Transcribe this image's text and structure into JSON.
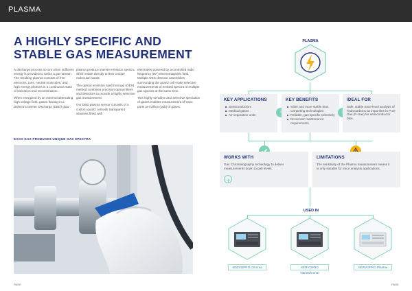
{
  "header": {
    "section": "PLASMA"
  },
  "left_page": {
    "title_line1": "A HIGHLY SPECIFIC AND",
    "title_line2": "STABLE GAS MEASUREMENT",
    "col1_p1": "A discharge process occurs when sufficient energy is provided to ionize a gas stream. The resulting plasma consists of free electrons, ions, neutral molecules, and high energy photons in a continuous state of ionization and recombination.",
    "col1_p2": "When energized by an external alternating high voltage field, gases flowing in a Dielectric Barrier Discharge (DBD) glow",
    "col2_p1": "plasma produce intense emission spectra which relate directly to their unique molecular bonds.",
    "col2_p2": "The optical emission spectroscopy (OES) method combines precision optical filters and detectors to provide a highly selective gas measurement.",
    "col2_p3": "Our DBD plasma sensor consists of a custom quartz cell with transparent windows fitted with",
    "col3_p1": "electrodes powered by a controlled radio frequency (RF) electromagnetic field. Multiple OES detector assemblies surrounding the quartz cell make selective measurements of emitted spectra of multiple gas species at the same time.",
    "col3_p2": "This highly sensitive and selective speciation of gases enables measurement of trace parts per billion (ppb) of gases.",
    "spectra_heading": "EACH GAS PRODUCES UNIQUE GAS SPECTRA",
    "page_number": "PAGE"
  },
  "right_page": {
    "plasma_label": "PLASMA",
    "key_applications": {
      "title": "KEY APPLICATIONS",
      "items": [
        "Semiconductors",
        "Medical gases",
        "Air separation units"
      ]
    },
    "key_benefits": {
      "title": "KEY BENEFITS",
      "items": [
        "Safer and more stable than competing technologies",
        "Reliable, gas-specific selectivity",
        "No sensor maintenance requirements"
      ]
    },
    "ideal_for": {
      "title": "IDEAL FOR",
      "text": "Safe, stable trace-level analysis of hydrocarbons as impurities in Pure Gas (P-Gas) for semiconductor fabs."
    },
    "works_with": {
      "title": "WORKS WITH",
      "text": "Gas Chromatography technology to deliver measurements down to ppb levels."
    },
    "limitations": {
      "title": "LIMITATIONS",
      "text": "The sensitivity of the Plasma measurement means it is only suitable for trace analysis applications."
    },
    "used_in_label": "USED IN",
    "products": [
      "SERVOPRO Chroma",
      "SERVOPRO NanoChrome",
      "SERVOPRO Plasma"
    ],
    "page_number": "PAGE"
  },
  "colors": {
    "navy": "#20307a",
    "mint": "#7fd1b8",
    "box": "#eef0f2",
    "bar": "#2e2e2e",
    "amber": "#f2b21a"
  }
}
